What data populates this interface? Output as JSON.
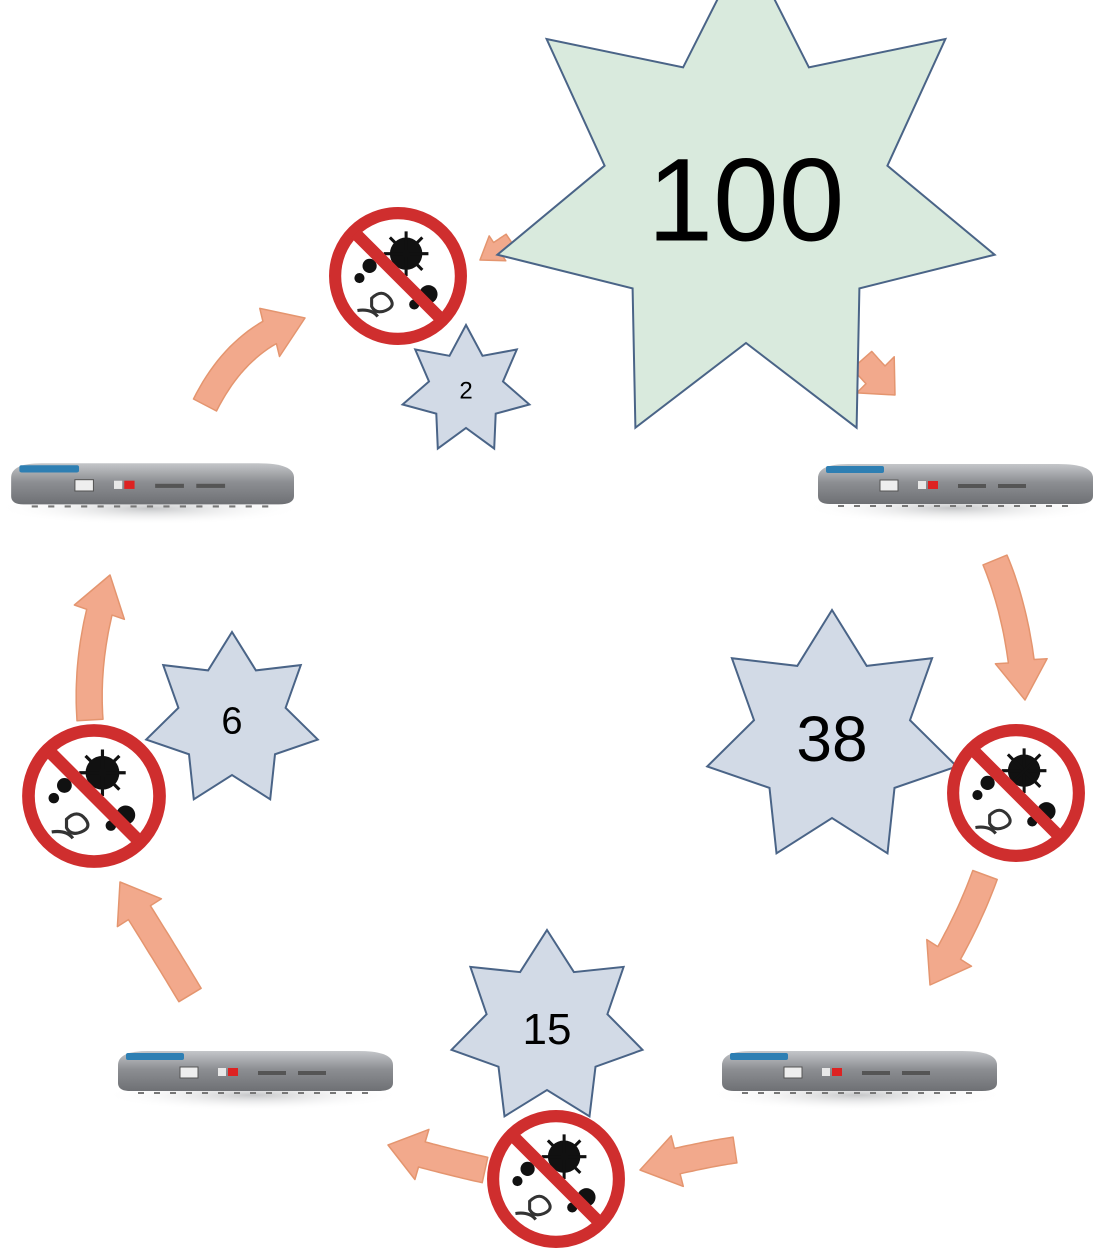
{
  "colors": {
    "arrow_fill": "#f2a98c",
    "arrow_stroke": "#e4956f",
    "burst_big_fill": "#d9eadd",
    "burst_small_fill": "#d2dae6",
    "burst_stroke": "#4a6487",
    "prohibit_red": "#cf2e2e",
    "device_body": "#8f9195",
    "device_top": "#b9bbbe",
    "device_badge": "#2e7fb3"
  },
  "bursts": [
    {
      "id": "burst-100",
      "label": "100",
      "fill": "big"
    },
    {
      "id": "burst-38",
      "label": "38",
      "fill": "small"
    },
    {
      "id": "burst-15",
      "label": "15",
      "fill": "small"
    },
    {
      "id": "burst-6",
      "label": "6",
      "fill": "small"
    },
    {
      "id": "burst-2",
      "label": "2",
      "fill": "small"
    }
  ],
  "icons": {
    "device": "air-purifier-device-icon",
    "no_germs": "no-germs-prohibition-icon",
    "burst": "star-burst-shape",
    "arrow": "curved-arrow-icon"
  }
}
